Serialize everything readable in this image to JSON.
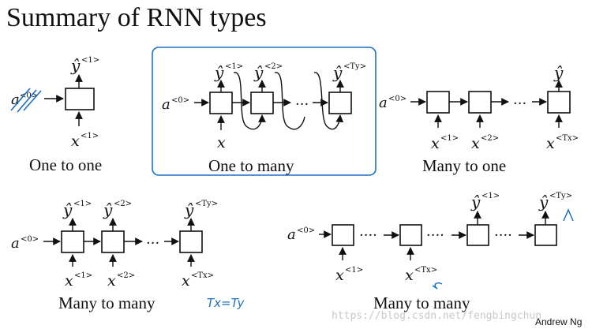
{
  "title": "Summary of RNN types",
  "author": "Andrew Ng",
  "watermark": "https://blog.csdn.net/fengbingchun",
  "handwritten_note": "Tx=Ty",
  "colors": {
    "ink": "#111111",
    "highlight": "#1e6fbf"
  },
  "panels": {
    "one_to_one": {
      "caption": "One to one",
      "input": "x",
      "input_sup": "<1>",
      "output": "ŷ",
      "output_sup": "<1>",
      "initial": "a",
      "initial_sup": "<0>"
    },
    "one_to_many": {
      "caption": "One to many",
      "input": "x",
      "outputs": [
        "ŷ",
        "ŷ",
        "ŷ"
      ],
      "output_sups": [
        "<1>",
        "<2>",
        "<Ty>"
      ],
      "initial": "a",
      "initial_sup": "<0>",
      "dots": "···"
    },
    "many_to_one": {
      "caption": "Many to one",
      "inputs": [
        "x",
        "x",
        "x"
      ],
      "input_sups": [
        "<1>",
        "<2>",
        "<Tx>"
      ],
      "output": "ŷ",
      "initial": "a",
      "initial_sup": "<0>",
      "dots": "···"
    },
    "many_to_many_same": {
      "caption": "Many to many",
      "inputs": [
        "x",
        "x",
        "x"
      ],
      "input_sups": [
        "<1>",
        "<2>",
        "<Tx>"
      ],
      "outputs": [
        "ŷ",
        "ŷ",
        "ŷ"
      ],
      "output_sups": [
        "<1>",
        "<2>",
        "<Ty>"
      ],
      "initial": "a",
      "initial_sup": "<0>",
      "dots": "···"
    },
    "many_to_many_diff": {
      "caption": "Many to many",
      "inputs": [
        "x",
        "x"
      ],
      "input_sups": [
        "<1>",
        "<Tx>"
      ],
      "outputs": [
        "ŷ",
        "ŷ"
      ],
      "output_sups": [
        "<1>",
        "<Ty>"
      ],
      "initial": "a",
      "initial_sup": "<0>",
      "dots": "····"
    }
  }
}
